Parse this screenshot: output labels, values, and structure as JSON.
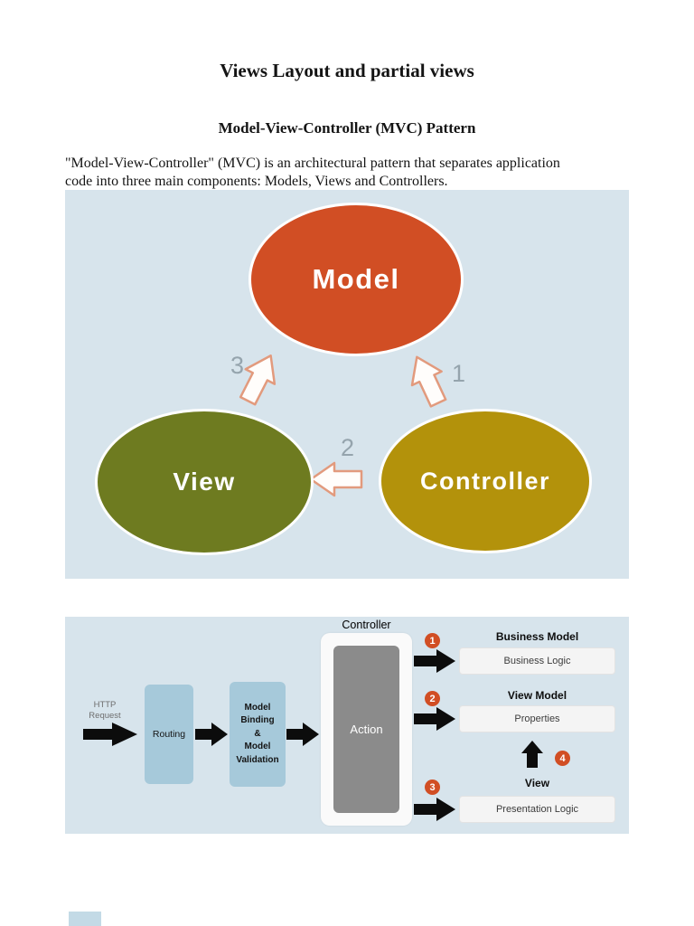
{
  "page": {
    "title": "Views Layout and partial views",
    "subtitle": "Model-View-Controller (MVC) Pattern",
    "paragraph": "\"Model-View-Controller\" (MVC) is an architectural pattern that separates application\ncode into three main components: Models, Views and Controllers."
  },
  "colors": {
    "diagram_background": "#d7e4ec",
    "badge": "#d14e24",
    "flow_box": "#a6c9da",
    "action_box": "#8b8b8b",
    "black_arrow": "#0c0c0c",
    "outline_arrow_stroke": "#e29a7d"
  },
  "mvc": {
    "nodes": [
      {
        "label": "Model",
        "color": "#d14e24"
      },
      {
        "label": "View",
        "color": "#6e7b20"
      },
      {
        "label": "Controller",
        "color": "#b3920b"
      }
    ],
    "arrow_labels": [
      "1",
      "2",
      "3"
    ]
  },
  "pipeline": {
    "http_request": "HTTP\nRequest",
    "routing": "Routing",
    "model_binding": "Model\nBinding\n&\nModel\nValidation",
    "controller_label": "Controller",
    "action": "Action",
    "outputs": [
      {
        "badge": "1",
        "title": "Business Model",
        "box": "Business Logic"
      },
      {
        "badge": "2",
        "title": "View Model",
        "box": "Properties"
      },
      {
        "badge": "3",
        "title": "View",
        "box": "Presentation Logic"
      }
    ],
    "view_update_badge": "4"
  }
}
